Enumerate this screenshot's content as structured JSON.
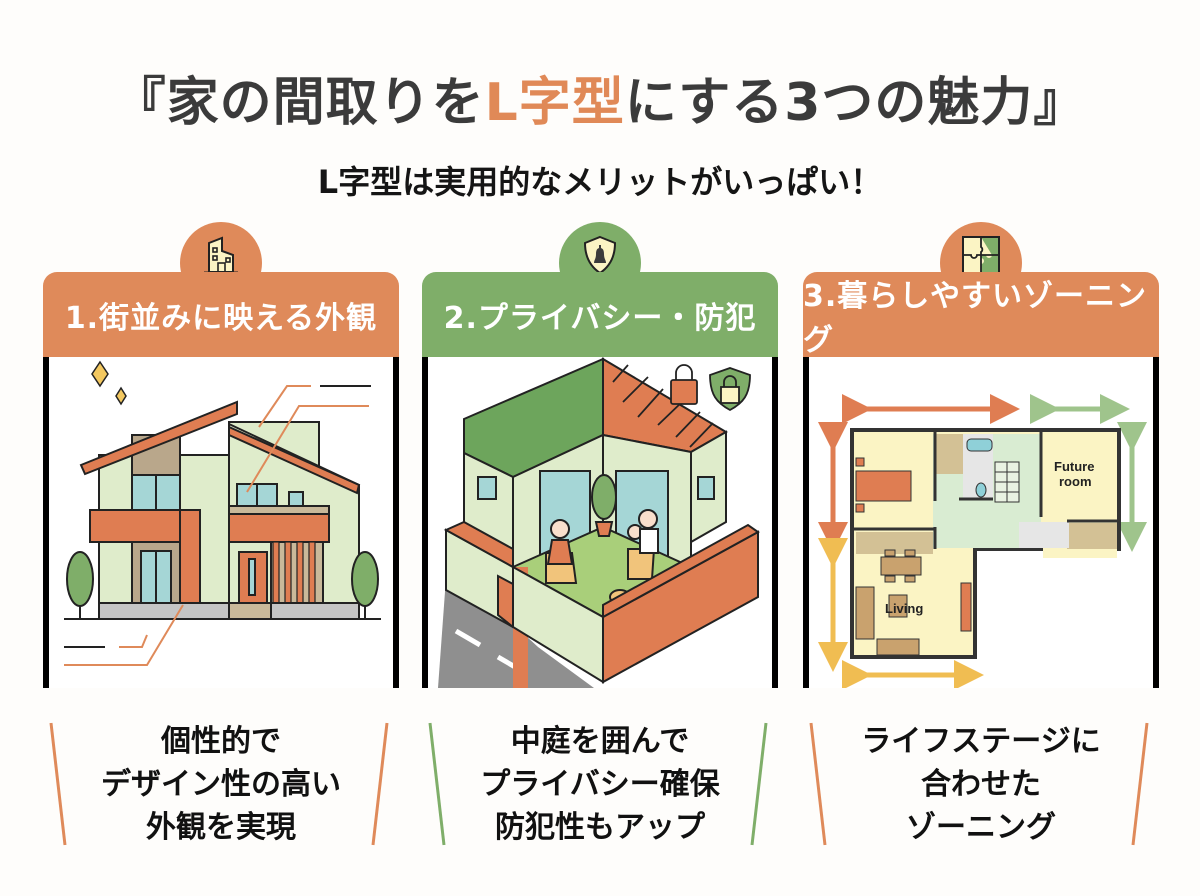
{
  "header": {
    "title_prefix": "『家の間取りを",
    "title_accent": "L字型",
    "title_suffix": "にする3つの魅力』",
    "subtitle": "L字型は実用的なメリットがいっぱい！"
  },
  "colors": {
    "orange": "#df8a5a",
    "green": "#7fae69",
    "title_text": "#3b3b3b",
    "cream": "#fbf4c4"
  },
  "cards": [
    {
      "label": "1.街並みに映える外観",
      "icon": "building-icon",
      "illustration": "house-exterior",
      "caption": [
        "個性的で",
        "デザイン性の高い",
        "外観を実現"
      ]
    },
    {
      "label": "2.プライバシー・防犯",
      "icon": "shield-bell-icon",
      "illustration": "courtyard-family",
      "caption": [
        "中庭を囲んで",
        "プライバシー確保",
        "防犯性もアップ"
      ]
    },
    {
      "label": "3.暮らしやすいゾーニング",
      "icon": "puzzle-icon",
      "illustration": "floor-plan",
      "floorplan_labels": {
        "future": "Future",
        "room": "room",
        "living": "Living"
      },
      "caption": [
        "ライフステージに",
        "合わせた",
        "ゾーニング"
      ]
    }
  ]
}
